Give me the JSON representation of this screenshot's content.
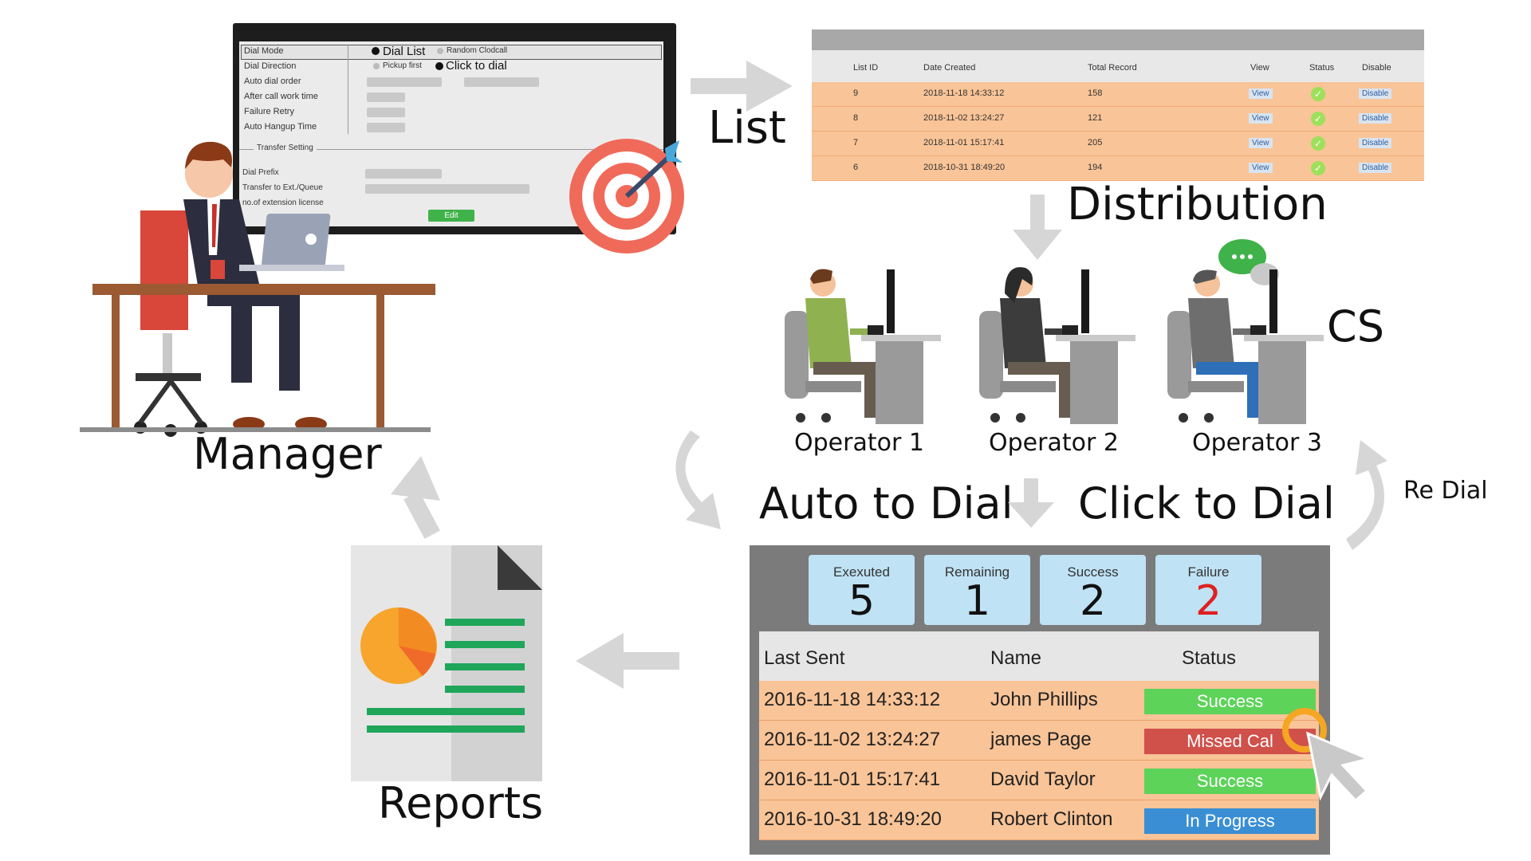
{
  "settings_panel": {
    "dial_mode_label": "Dial Mode",
    "dial_mode_opt1": "Dial List",
    "dial_mode_opt2": "Random Clodcall",
    "dial_direction_label": "Dial Direction",
    "dial_direction_opt1": "Pickup first",
    "dial_direction_opt2": "Click to dial",
    "auto_dial_order_label": "Auto dial order",
    "after_call_label": "After call work time",
    "failure_retry_label": "Failure Retry",
    "auto_hangup_label": "Auto Hangup Time",
    "transfer_setting_label": "Transfer Setting",
    "dial_prefix_label": "Dial Prefix",
    "transfer_label": "Transfer to Ext./Queue",
    "license_label": "no.of extension license",
    "edit_button": "Edit"
  },
  "labels": {
    "list": "List",
    "distribution": "Distribution",
    "cs": "CS",
    "manager": "Manager",
    "reports": "Reports",
    "auto_to_dial": "Auto to Dial",
    "click_to_dial": "Click to Dial",
    "re_dial": "Re Dial"
  },
  "operators": [
    "Operator 1",
    "Operator 2",
    "Operator 3"
  ],
  "list_table": {
    "headers": [
      "List ID",
      "Date Created",
      "Total Record",
      "View",
      "Status",
      "Disable"
    ],
    "rows": [
      {
        "id": "9",
        "date": "2018-11-18 14:33:12",
        "total": "158",
        "view": "View",
        "disable": "Disable"
      },
      {
        "id": "8",
        "date": "2018-11-02 13:24:27",
        "total": "121",
        "view": "View",
        "disable": "Disable"
      },
      {
        "id": "7",
        "date": "2018-11-01 15:17:41",
        "total": "205",
        "view": "View",
        "disable": "Disable"
      },
      {
        "id": "6",
        "date": "2018-10-31 18:49:20",
        "total": "194",
        "view": "View",
        "disable": "Disable"
      }
    ]
  },
  "board": {
    "stats": [
      {
        "label": "Exexuted",
        "value": "5"
      },
      {
        "label": "Remaining",
        "value": "1"
      },
      {
        "label": "Success",
        "value": "2"
      },
      {
        "label": "Failure",
        "value": "2"
      }
    ],
    "headers": [
      "Last Sent",
      "Name",
      "Status"
    ],
    "rows": [
      {
        "sent": "2016-11-18 14:33:12",
        "name": "John Phillips",
        "status": "Success"
      },
      {
        "sent": "2016-11-02 13:24:27",
        "name": "james Page",
        "status": "Missed Cal"
      },
      {
        "sent": "2016-11-01 15:17:41",
        "name": "David Taylor",
        "status": "Success"
      },
      {
        "sent": "2016-10-31 18:49:20",
        "name": "Robert Clinton",
        "status": "In Progress"
      }
    ]
  },
  "colors": {
    "row_orange": "#f9c497",
    "success": "#5dd35a",
    "missed": "#d0504a",
    "progress": "#3a8fd4",
    "failure_number": "#e02020",
    "arrow_gray": "#d6d6d6"
  }
}
